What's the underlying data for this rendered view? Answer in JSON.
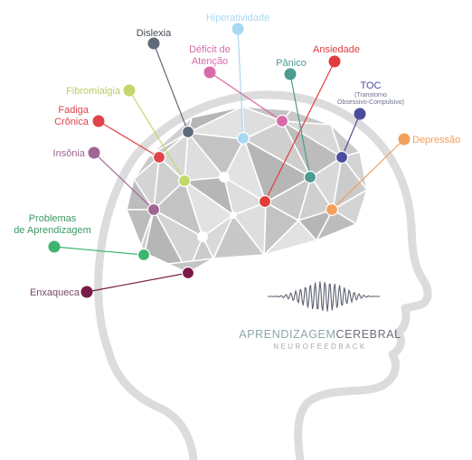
{
  "brand": {
    "name_part1": "APRENDIZAGEM",
    "name_part2": "CEREBRAL",
    "subtitle": "NEUROFEEDBACK",
    "color_part1": "#8fa7a8",
    "color_part2": "#6d6f80"
  },
  "conditions": [
    {
      "id": "dislexia",
      "lines": [
        "Dislexia"
      ],
      "color": "#5f6b7a",
      "label_color": "#444b55"
    },
    {
      "id": "hiperatividade",
      "lines": [
        "Hiperatividade"
      ],
      "color": "#a9d8f2",
      "label_color": "#a9d8f2"
    },
    {
      "id": "deficit-atencao",
      "lines": [
        "Déficit de",
        "Atenção"
      ],
      "color": "#d96aa8",
      "label_color": "#d96aa8"
    },
    {
      "id": "ansiedade",
      "lines": [
        "Ansiedade"
      ],
      "color": "#e23c3c",
      "label_color": "#e23c3c"
    },
    {
      "id": "panico",
      "lines": [
        "Pânico"
      ],
      "color": "#4c9b8f",
      "label_color": "#4c9b8f"
    },
    {
      "id": "toc",
      "lines": [
        "TOC"
      ],
      "sub": [
        "(Transtorno",
        "Obsessivo-Compulsivo)"
      ],
      "color": "#4a4d9e",
      "label_color": "#4a4d9e"
    },
    {
      "id": "depressao",
      "lines": [
        "Depressão"
      ],
      "color": "#f2a05a",
      "label_color": "#f2a05a"
    },
    {
      "id": "fibromialgia",
      "lines": [
        "Fibromialgia"
      ],
      "color": "#c3d86b",
      "label_color": "#b8cc64"
    },
    {
      "id": "fadiga-cronica",
      "lines": [
        "Fadiga",
        "Crônica"
      ],
      "color": "#e0434a",
      "label_color": "#e0434a"
    },
    {
      "id": "insonia",
      "lines": [
        "Insônia"
      ],
      "color": "#a06593",
      "label_color": "#a06593"
    },
    {
      "id": "problemas-aprendizagem",
      "lines": [
        "Problemas",
        "de Aprendizagem"
      ],
      "color": "#3cb56e",
      "label_color": "#3c9a64"
    },
    {
      "id": "enxaqueca",
      "lines": [
        "Enxaqueca"
      ],
      "color": "#7a1b45",
      "label_color": "#7a4a6a"
    }
  ]
}
